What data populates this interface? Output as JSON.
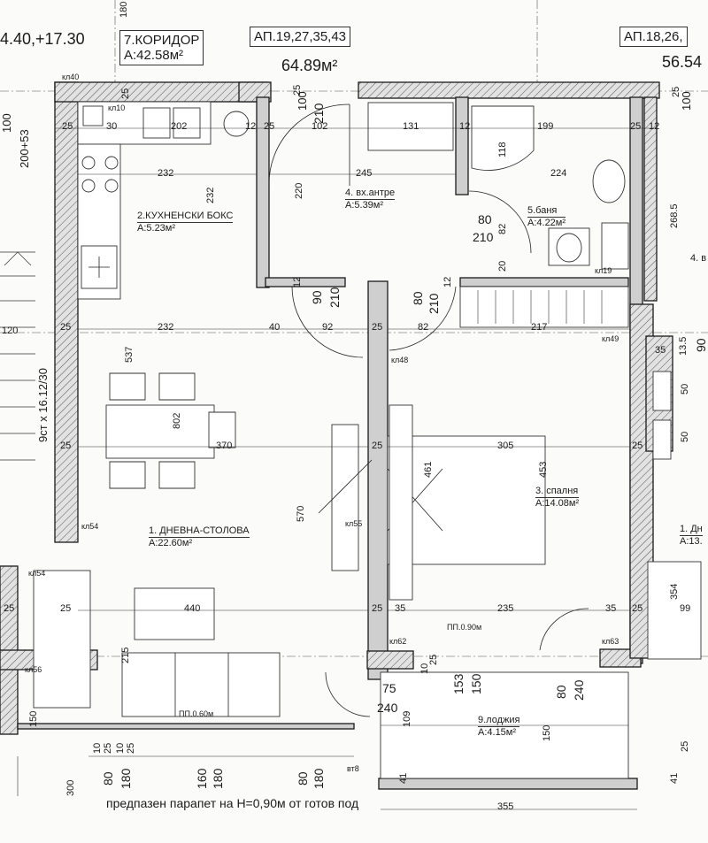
{
  "header": {
    "elevation": "4.40,+17.30",
    "corridor_name": "7.КОРИДОР",
    "corridor_area": "А:42.58м²",
    "apt_left": "АП.19,27,35,43",
    "apt_left_area": "64.89м²",
    "apt_right": "АП.18,26,",
    "apt_right_area": "56.54"
  },
  "rooms": {
    "living": {
      "name": "1. ДНЕВНА-СТОЛОВА",
      "area": "А:22.60м²"
    },
    "kitchen": {
      "name": "2.КУХНЕНСКИ БОКС",
      "area": "А:5.23м²"
    },
    "bedroom": {
      "name": "3. спалня",
      "area": "А:14.08м²"
    },
    "entry": {
      "name": "4. вх.антре",
      "area": "А:5.39м²"
    },
    "bath": {
      "name": "5.баня",
      "area": "А:4.22м²"
    },
    "loggia": {
      "name": "9.лоджия",
      "area": "А:4.15м²"
    },
    "right_room_1": {
      "name": "4. в",
      "area": ""
    },
    "right_room_2": {
      "name": "1. Дн",
      "area": "А:13."
    }
  },
  "tags": {
    "kl40": "кл40",
    "kl10": "кл10",
    "kl54a": "кл54",
    "kl54b": "кл54",
    "kl55": "кл55",
    "kl56": "кл56",
    "kl48": "кл48",
    "kl49": "кл49",
    "kl62": "кл62",
    "kl63": "кл63",
    "kl19": "кл19",
    "vt8": "вт8",
    "pp090": "ПП.0.90м",
    "pp060": "ПП.0.60м"
  },
  "stair": {
    "steps": "9ст х 16.12/30",
    "width": "120"
  },
  "dims": {
    "top_180": "180",
    "top_100a": "100",
    "top_200_53": "200+53",
    "top_25a": "25",
    "top_100b": "100",
    "top_210a": "210",
    "top_25b": "25",
    "top_100c": "100",
    "top_25c": "25",
    "k_30": "30",
    "k_202": "202",
    "k_12a": "12",
    "k_25a": "25",
    "k_25b": "25",
    "e_102": "102",
    "e_131": "131",
    "e_12b": "12",
    "e_199": "199",
    "e_25c": "25",
    "e_12c": "12",
    "k_232a": "232",
    "k_232b": "232",
    "e_245": "245",
    "e_220": "220",
    "b_118": "118",
    "b_224": "224",
    "b_80": "80",
    "b_210": "210",
    "b_82": "82",
    "b_20": "20",
    "r_2685": "268.5",
    "d_12a": "12",
    "d_90": "90",
    "d_210a": "210",
    "d_80": "80",
    "d_210b": "210",
    "d_12b": "12",
    "l_232": "232",
    "l_40": "40",
    "l_92": "92",
    "l_25a": "25",
    "l_25b": "25",
    "l_82": "82",
    "l_217": "217",
    "r_35a": "35",
    "r_135": "13.5",
    "r_90": "90",
    "l_537": "537",
    "l_802": "802",
    "l_370": "370",
    "l_25c": "25",
    "l_25d": "25",
    "s_461": "461",
    "s_305": "305",
    "s_453": "453",
    "l_570": "570",
    "r_50a": "50",
    "r_50b": "50",
    "l_25e": "25",
    "l_25f": "25",
    "s_25g": "25",
    "l_440": "440",
    "s_25h": "25",
    "s_35a": "35",
    "s_235": "235",
    "s_35b": "35",
    "s_25i": "25",
    "r_354": "354",
    "r_99": "99",
    "l_215": "215",
    "lg_10": "10",
    "lg_25": "25",
    "lg_153": "153",
    "lg_150a": "150",
    "lg_80": "80",
    "lg_240": "240",
    "lg_75": "75",
    "lg_240b": "240",
    "l_150": "150",
    "lg_109": "109",
    "lg_150b": "150",
    "b_10": "10",
    "b_25": "25",
    "b_80a": "80",
    "b_180a": "180",
    "b_160": "160",
    "b_180b": "180",
    "b_80b": "80",
    "b_180c": "180",
    "lg_41a": "41",
    "lg_41b": "41",
    "lg_25c": "25",
    "b_300": "300",
    "b_355": "355",
    "b_10b": "10",
    "b_25b": "25"
  },
  "note": "предпазен парапет на Н=0,90м от готов под"
}
